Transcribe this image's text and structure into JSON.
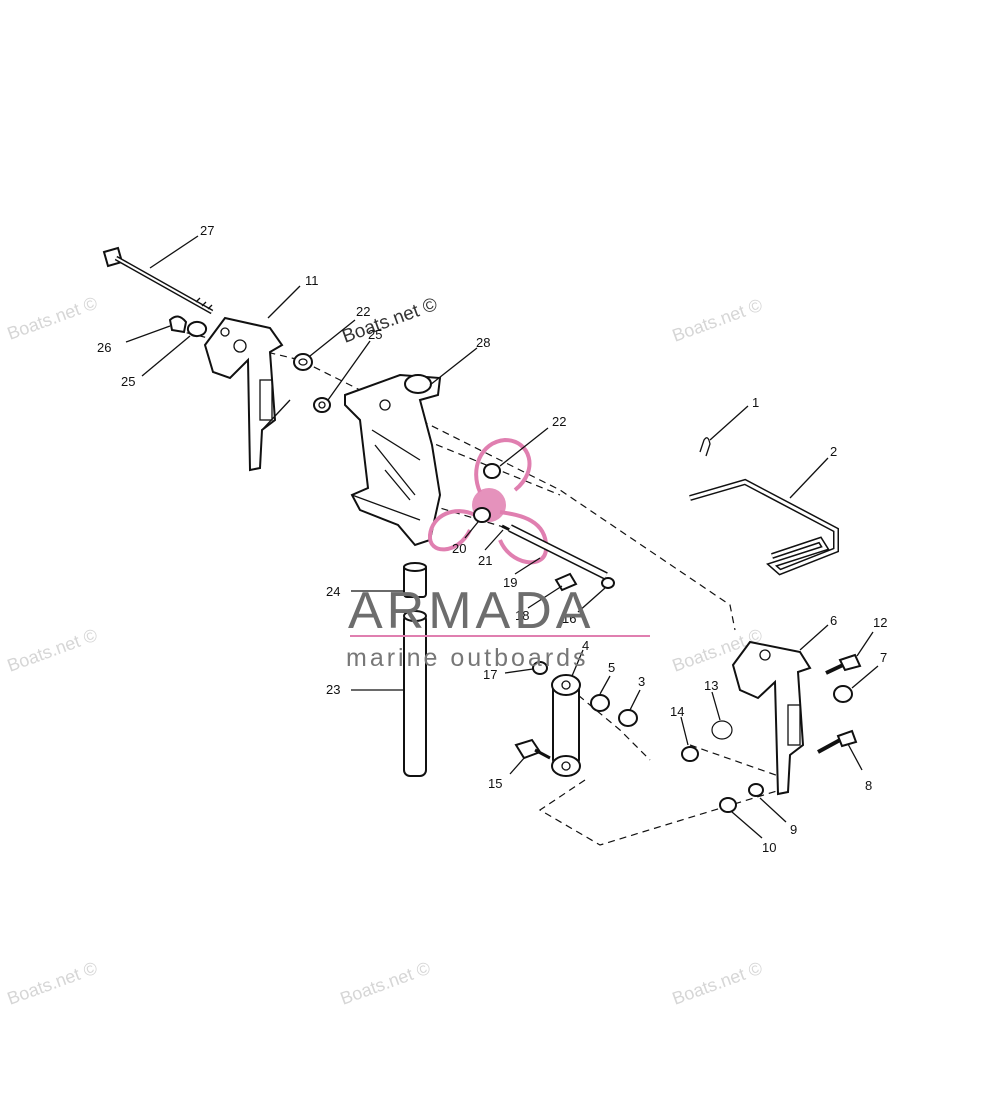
{
  "watermark": {
    "text": "Boats.net ©"
  },
  "brand": {
    "name": "ARMADA",
    "tagline": "marine outboards",
    "accent_color": "#e07fb0"
  },
  "callouts": [
    "1",
    "2",
    "3",
    "4",
    "5",
    "6",
    "7",
    "8",
    "9",
    "10",
    "11",
    "12",
    "13",
    "14",
    "15",
    "16",
    "17",
    "18",
    "19",
    "20",
    "21",
    "22",
    "22",
    "23",
    "24",
    "25",
    "25",
    "26",
    "27",
    "28"
  ]
}
